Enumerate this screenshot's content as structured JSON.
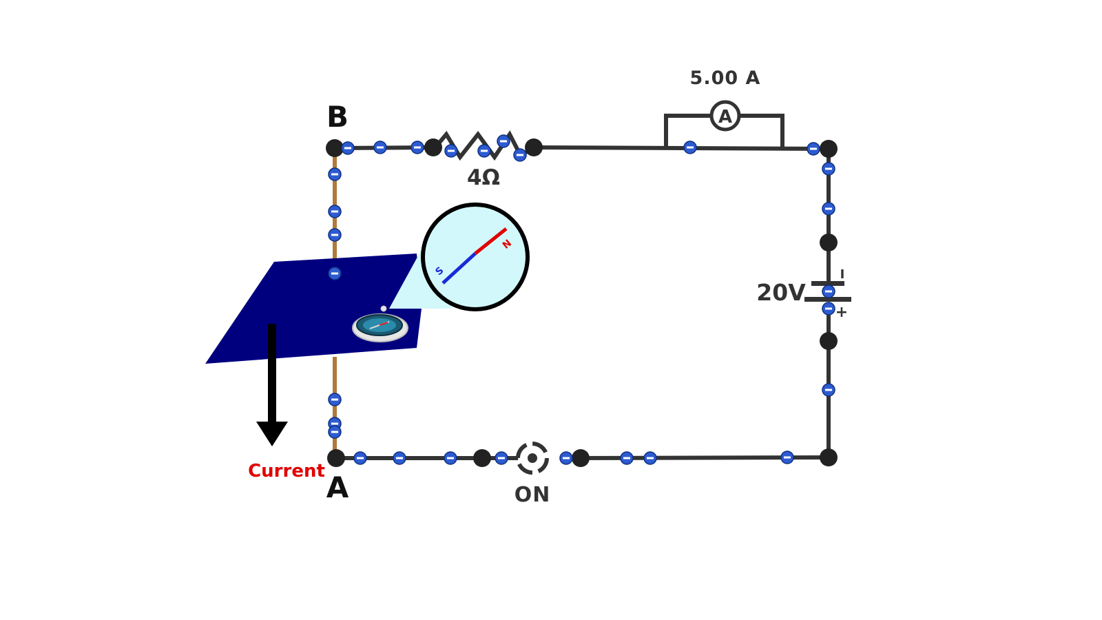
{
  "labels": {
    "ammeter_reading": "5.00 A",
    "ammeter_symbol": "A",
    "node_b": "B",
    "node_a": "A",
    "resistance": "4Ω",
    "voltage": "20V",
    "battery_minus": "I",
    "battery_plus": "+",
    "switch_state": "ON",
    "current": "Current",
    "compass_north": "N",
    "compass_south": "S"
  },
  "colors": {
    "wire": "#333333",
    "copper_wire": "#b07a3a",
    "plane": "#00007f",
    "electron": "#2d5bd0",
    "current_label": "#e00000",
    "needle_north": "#e00000",
    "needle_south": "#1a2bd6",
    "magnifier_fill": "#d2f8fb"
  }
}
